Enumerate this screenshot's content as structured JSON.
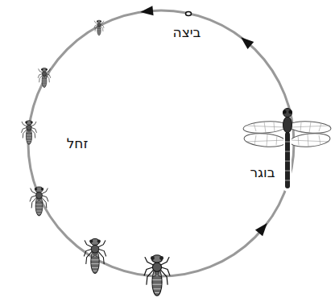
{
  "diagram": {
    "labels": [
      "ביצה",
      "זחל",
      "בוגר"
    ]
  }
}
